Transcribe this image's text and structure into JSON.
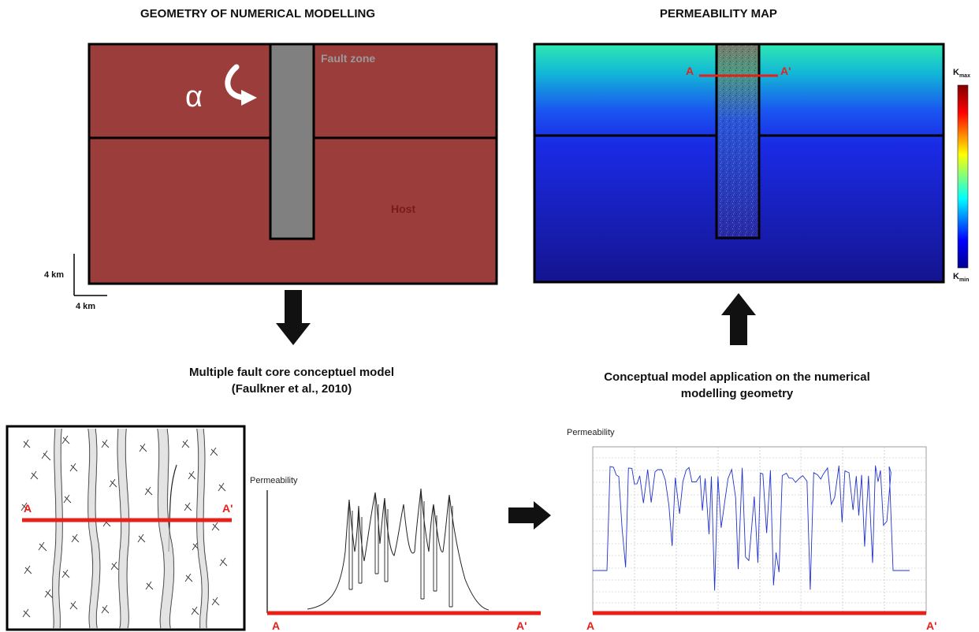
{
  "geometry": {
    "title": "GEOMETRY OF NUMERICAL MODELLING",
    "alpha": "α",
    "fault_label": "Fault zone",
    "host_label": "Host",
    "scale_vertical": "4 km",
    "scale_horizontal": "4 km",
    "colors": {
      "host": "#9b3d3b",
      "fault": "#808080"
    }
  },
  "permeability_map": {
    "title": "PERMEABILITY MAP",
    "section_start": "A",
    "section_end": "A'",
    "colorbar_max": "K",
    "colorbar_max_sub": "max",
    "colorbar_min": "K",
    "colorbar_min_sub": "min"
  },
  "conceptual": {
    "title_line1": "Multiple fault core conceptuel model",
    "title_line2": "(Faulkner et al., 2010)",
    "section_start": "A",
    "section_end": "A'",
    "profile_ylabel": "Permeability",
    "axis_start": "A",
    "axis_end": "A'"
  },
  "application": {
    "title_line1": "Conceptual model application on the numerical",
    "title_line2": "modelling geometry",
    "profile_ylabel": "Permeability",
    "axis_start": "A",
    "axis_end": "A'"
  }
}
